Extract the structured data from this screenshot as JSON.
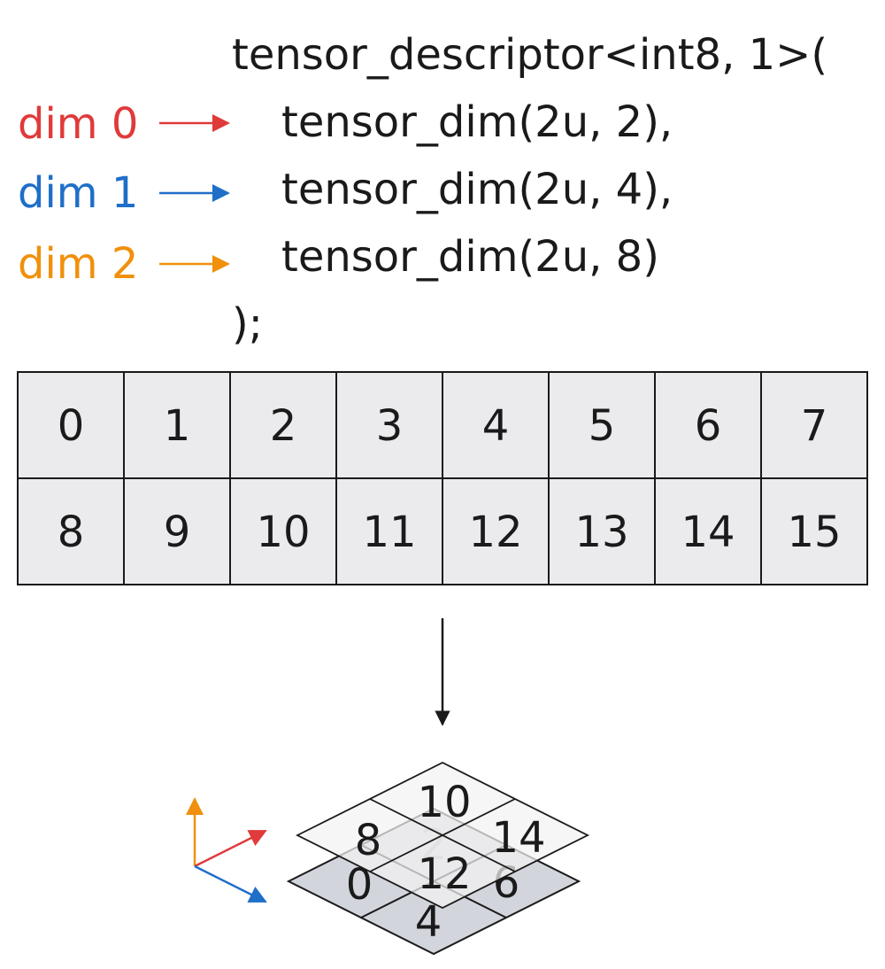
{
  "code": {
    "open": "tensor_descriptor<int8, 1>(",
    "lines": [
      "tensor_dim(2u, 2),",
      "tensor_dim(2u, 4),",
      "tensor_dim(2u, 8)"
    ],
    "close": ");"
  },
  "dims": [
    {
      "label": "dim 0",
      "color": "#e03a3a"
    },
    {
      "label": "dim 1",
      "color": "#1f6fc8"
    },
    {
      "label": "dim 2",
      "color": "#f0900c"
    }
  ],
  "grid": {
    "rows": [
      [
        "0",
        "1",
        "2",
        "3",
        "4",
        "5",
        "6",
        "7"
      ],
      [
        "8",
        "9",
        "10",
        "11",
        "12",
        "13",
        "14",
        "15"
      ]
    ]
  },
  "iso": {
    "bottom_layer": [
      "0",
      "2",
      "4",
      "6"
    ],
    "top_layer": [
      "8",
      "10",
      "12",
      "14"
    ]
  },
  "colors": {
    "text": "#1a1a1a",
    "cell_fill": "#ebebee",
    "bottom_layer_fill": "#d2d5dc",
    "top_layer_fill": "#f2f2f2"
  }
}
